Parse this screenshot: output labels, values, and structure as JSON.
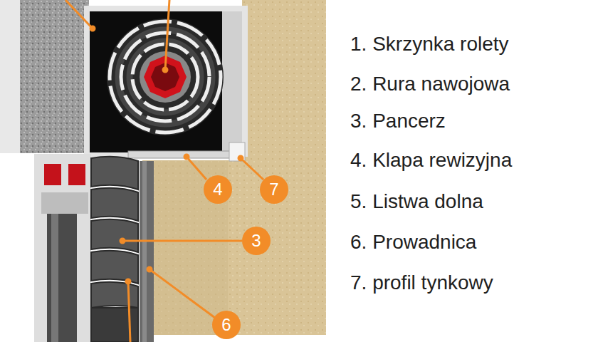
{
  "diagram": {
    "nodes": [
      {
        "text": [
          "4"
        ]
      },
      {
        "text": [
          "7"
        ]
      },
      {
        "text": [
          "3"
        ]
      },
      {
        "text": [
          "6"
        ]
      }
    ],
    "labels": [
      "1. Skrzynka rolety",
      "2. Rura nawojowa",
      "3. Pancerz",
      "4. Klapa rewizyjna",
      "5. Listwa dolna",
      "6. Prowadnica",
      "7. profil tynkowy"
    ]
  }
}
